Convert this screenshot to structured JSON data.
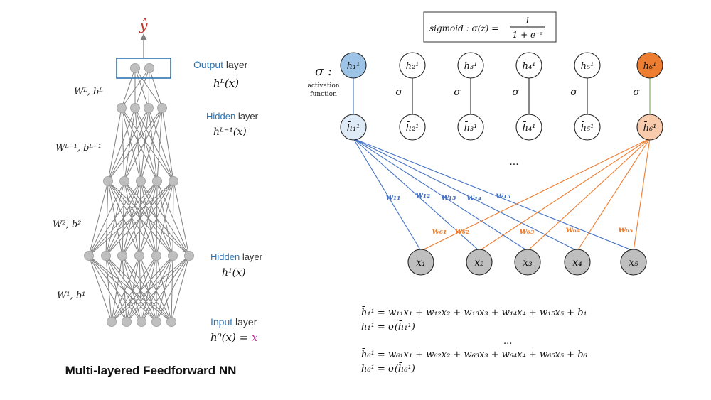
{
  "left_panel": {
    "output_symbol": "ŷ",
    "caption": "Multi-layered Feedforward NN",
    "layer_labels": [
      {
        "kind": "Output",
        "suffix": " layer",
        "func": "hᴸ(x)"
      },
      {
        "kind": "Hidden",
        "suffix": " layer",
        "func": "hᴸ⁻¹(x)"
      },
      {
        "kind": "Hidden",
        "suffix": " layer",
        "func": "h¹(x)"
      },
      {
        "kind": "Input",
        "suffix": " layer",
        "func": "h⁰(x) = ",
        "func_x": "x"
      }
    ],
    "weight_labels": [
      "Wᴸ, bᴸ",
      "Wᴸ⁻¹, bᴸ⁻¹",
      "W², b²",
      "W¹, b¹"
    ],
    "colors": {
      "label_blue": "#2e75b6",
      "output_red": "#c0392b",
      "x_magenta": "#c0309a",
      "neuron_gray": "#bfbfbf",
      "edge_gray": "#7f7f7f",
      "output_box": "#2e75b6"
    }
  },
  "right_panel": {
    "sigmoid_formula": {
      "prefix": "sigmoid :  σ(z) =",
      "numerator": "1",
      "denominator": "1 + e⁻ᶻ"
    },
    "top_nodes": [
      "h₁¹",
      "h₂¹",
      "h₃¹",
      "h₄¹",
      "h₅¹",
      "h₆¹"
    ],
    "pre_nodes": [
      "h̄₁¹",
      "h̄₂¹",
      "h̄₃¹",
      "h̄₄¹",
      "h̄₅¹",
      "h̄₆¹"
    ],
    "sigma_symbol": "σ",
    "activation_label": {
      "symbol": "σ :",
      "line1": "activation",
      "line2": "function"
    },
    "ellipsis": "...",
    "input_nodes": [
      "x₁",
      "x₂",
      "x₃",
      "x₄",
      "x₅"
    ],
    "weights_from_1": [
      "w₁₁",
      "w₁₂",
      "w₁₃",
      "w₁₄",
      "w₁₅"
    ],
    "weights_from_6": [
      "w₆₁",
      "w₆₂",
      "w₆₃",
      "w₆₄",
      "w₆₅"
    ],
    "equations": [
      "h̄₁¹ = w₁₁x₁ + w₁₂x₂ + w₁₃x₃ + w₁₄x₄ + w₁₅x₅ + b₁",
      "h₁¹ = σ(h̄₁¹)",
      "...",
      "h̄₆¹ = w₆₁x₁ + w₆₂x₂ + w₆₃x₃ + w₆₄x₄ + w₆₅x₅ + b₆",
      "h₆¹ = σ(h̄₆¹)"
    ],
    "colors": {
      "blue": "#4472c4",
      "orange": "#ed7d31",
      "node1_fill": "#9dc3e6",
      "node1_pre_fill": "#deebf7",
      "node6_fill": "#ed7d31",
      "node6_pre_fill": "#f8cbad",
      "input_fill": "#bfbfbf",
      "green_link": "#70ad47"
    }
  }
}
